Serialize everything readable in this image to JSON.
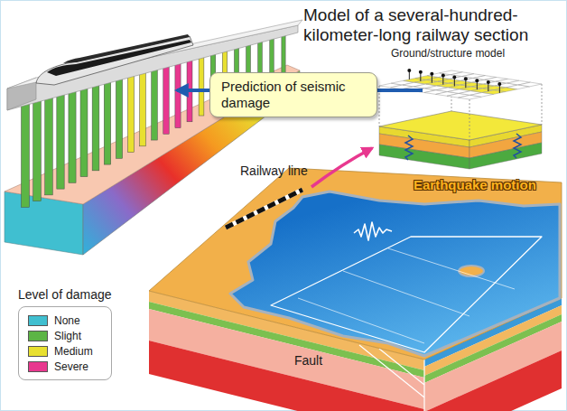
{
  "diagram": {
    "title": "Model of a several-hundred-kilometer-long railway section",
    "nodes": [
      {
        "text": [
          "Prediction of seismic damage"
        ]
      }
    ],
    "labels": [
      "Ground/structure model",
      "Railway line",
      "Earthquake motion",
      "Fault",
      "Level of damage"
    ],
    "legend": [
      {
        "text": "None",
        "color": "#40bfd0"
      },
      {
        "text": "Slight",
        "color": "#5cb545"
      },
      {
        "text": "Medium",
        "color": "#e8e030"
      },
      {
        "text": "Severe",
        "color": "#e8388f"
      }
    ]
  }
}
